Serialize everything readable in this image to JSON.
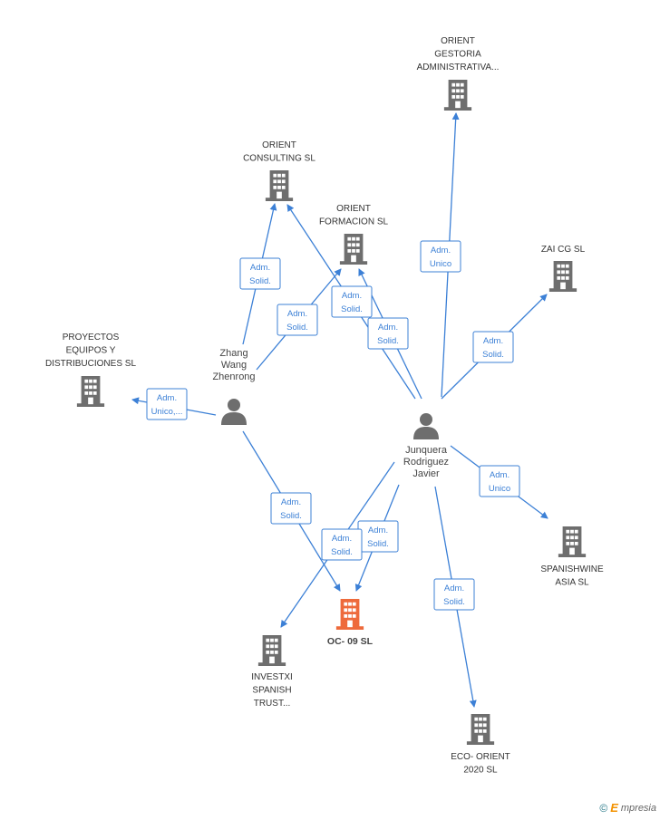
{
  "colors": {
    "edge": "#3c80d6",
    "building": "#6e6e6e",
    "focus_building": "#ee6a3b",
    "person": "#6e6e6e"
  },
  "nodes": [
    {
      "id": "orient_gestoria",
      "kind": "company",
      "lines": [
        "ORIENT",
        "GESTORIA",
        "ADMINISTRATIVA..."
      ]
    },
    {
      "id": "orient_consulting",
      "kind": "company",
      "lines": [
        "ORIENT",
        "CONSULTING SL"
      ]
    },
    {
      "id": "orient_formacion",
      "kind": "company",
      "lines": [
        "ORIENT",
        "FORMACION SL"
      ]
    },
    {
      "id": "zaicg",
      "kind": "company",
      "lines": [
        "ZAI CG  SL"
      ]
    },
    {
      "id": "proyectos",
      "kind": "company",
      "lines": [
        "PROYECTOS",
        "EQUIPOS Y",
        "DISTRIBUCIONES SL"
      ]
    },
    {
      "id": "zhang",
      "kind": "person",
      "lines": [
        "Zhang",
        "Wang",
        "Zhenrong"
      ]
    },
    {
      "id": "junquera",
      "kind": "person",
      "lines": [
        "Junquera",
        "Rodriguez",
        "Javier"
      ]
    },
    {
      "id": "spanishwine",
      "kind": "company",
      "lines": [
        "SPANISHWINE",
        "ASIA SL"
      ]
    },
    {
      "id": "oc09",
      "kind": "focus",
      "lines": [
        "OC- 09 SL"
      ]
    },
    {
      "id": "investxi",
      "kind": "company",
      "lines": [
        "INVESTXI",
        "SPANISH",
        "TRUST..."
      ]
    },
    {
      "id": "ecoorient",
      "kind": "company",
      "lines": [
        "ECO- ORIENT",
        "2020  SL"
      ]
    }
  ],
  "edges": [
    {
      "from": "zhang",
      "to": "orient_consulting",
      "label": [
        "Adm.",
        "Solid."
      ]
    },
    {
      "from": "zhang",
      "to": "orient_formacion",
      "label": [
        "Adm.",
        "Solid."
      ]
    },
    {
      "from": "zhang",
      "to": "proyectos",
      "label": [
        "Adm.",
        "Unico,..."
      ]
    },
    {
      "from": "zhang",
      "to": "oc09",
      "label": [
        "Adm.",
        "Solid."
      ]
    },
    {
      "from": "junquera",
      "to": "orient_consulting",
      "label": [
        "Adm.",
        "Solid."
      ]
    },
    {
      "from": "junquera",
      "to": "orient_formacion",
      "label": [
        "Adm.",
        "Solid."
      ]
    },
    {
      "from": "junquera",
      "to": "orient_gestoria",
      "label": [
        "Adm.",
        "Unico"
      ]
    },
    {
      "from": "junquera",
      "to": "zaicg",
      "label": [
        "Adm.",
        "Solid."
      ]
    },
    {
      "from": "junquera",
      "to": "spanishwine",
      "label": [
        "Adm.",
        "Unico"
      ]
    },
    {
      "from": "junquera",
      "to": "oc09",
      "label": [
        "Adm.",
        "Solid."
      ]
    },
    {
      "from": "junquera",
      "to": "investxi",
      "label": [
        "Adm.",
        "Solid."
      ]
    },
    {
      "from": "junquera",
      "to": "ecoorient",
      "label": [
        "Adm.",
        "Solid."
      ]
    }
  ],
  "credit": {
    "copyright": "©",
    "brand_first": "E",
    "brand_rest": "mpresia"
  }
}
